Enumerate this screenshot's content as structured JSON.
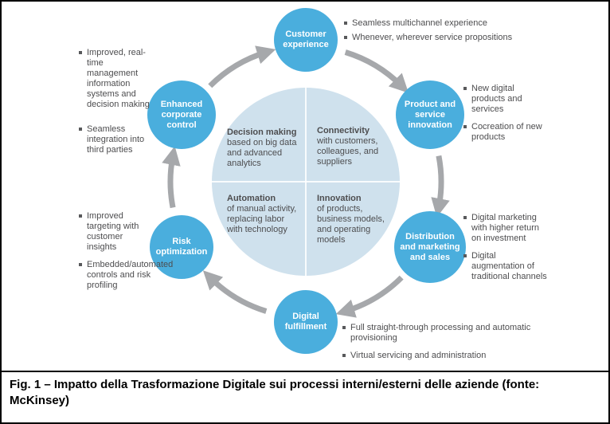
{
  "figure": {
    "caption": "Fig. 1 – Impatto della Trasformazione Digitale sui processi interni/esterni delle aziende (fonte: McKinsey)"
  },
  "colors": {
    "node_blue": "#4aaedd",
    "center_blue": "#cfe1ed",
    "arrow_gray": "#a6a8ab",
    "text_gray": "#4d4d4f"
  },
  "center": {
    "quadrants": [
      {
        "title": "Decision making",
        "body": "based on big data and advanced analytics"
      },
      {
        "title": "Connectivity",
        "body": "with customers, colleagues, and suppliers"
      },
      {
        "title": "Automation",
        "body": "of manual activity, replacing labor with technology"
      },
      {
        "title": "Innovation",
        "body": "of products, business models, and operating models"
      }
    ]
  },
  "nodes": [
    {
      "label": "Customer experience"
    },
    {
      "label": "Product and service innovation"
    },
    {
      "label": "Distribution and marketing and sales"
    },
    {
      "label": "Digital fulfillment"
    },
    {
      "label": "Risk optimization"
    },
    {
      "label": "Enhanced corporate control"
    }
  ],
  "annotations": {
    "customer_experience": {
      "items": [
        "Seamless multichannel experience",
        "Whenever, wherever service propositions"
      ]
    },
    "product_innovation": {
      "items": [
        "New digital products and services",
        "Cocreation of new products"
      ]
    },
    "distribution": {
      "items": [
        "Digital marketing with higher return on investment",
        "Digital augmentation of traditional channels"
      ]
    },
    "fulfillment": {
      "items": [
        "Full straight-through processing and automatic provisioning",
        "Virtual servicing and administration"
      ]
    },
    "risk": {
      "items": [
        "Improved targeting with customer insights",
        "Embedded/automated controls and risk profiling"
      ]
    },
    "corporate_control": {
      "items": [
        "Improved, real-time management information systems and decision making",
        "Seamless integration into third parties"
      ]
    }
  }
}
